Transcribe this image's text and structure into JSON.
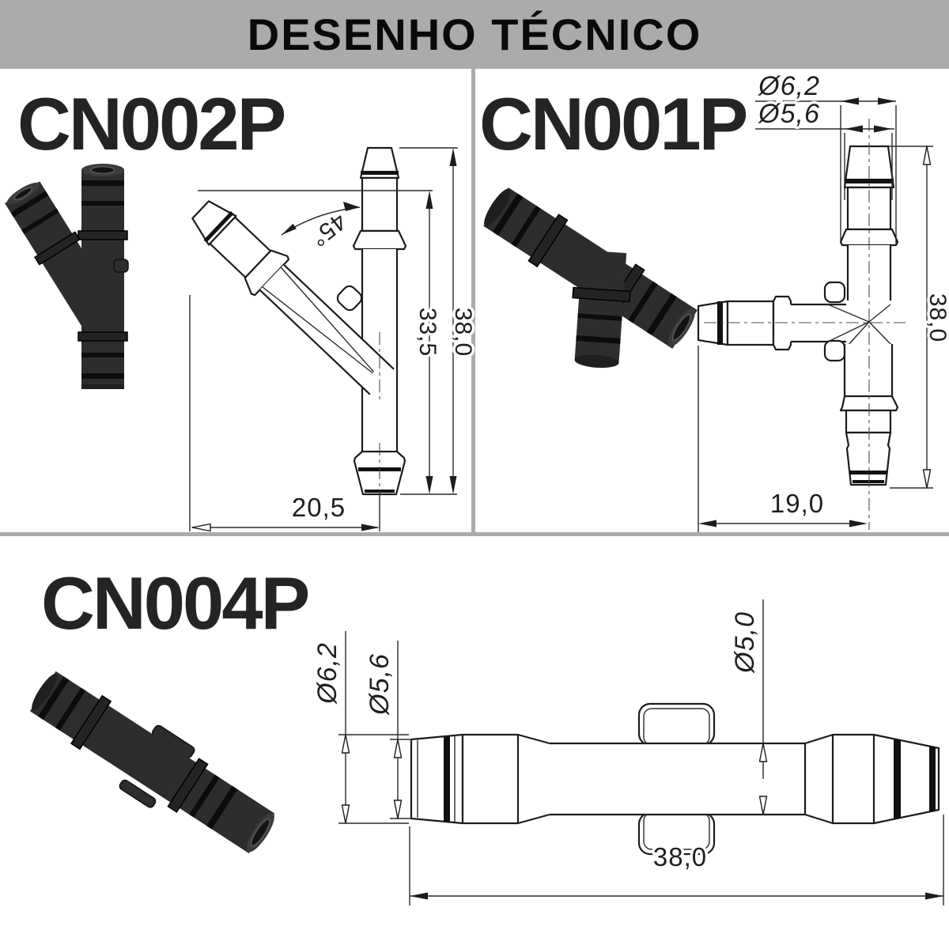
{
  "header": {
    "title": "DESENHO TÉCNICO"
  },
  "colors": {
    "header_bg": "#ABABAB",
    "divider": "#ABABAB",
    "ink": "#1C1C1C",
    "render_body": "#2D2D2D"
  },
  "cn002p": {
    "title": "CN002P",
    "dims": {
      "angle": "45°",
      "overall_height": "38,0",
      "branch_height": "33,5",
      "width": "20,5"
    }
  },
  "cn001p": {
    "title": "CN001P",
    "dims": {
      "outer_diameter": "Ø6,2",
      "inner_diameter": "Ø5,6",
      "height": "38,0",
      "width": "19,0"
    }
  },
  "cn004p": {
    "title": "CN004P",
    "dims": {
      "outer_diameter": "Ø6,2",
      "inner_diameter": "Ø5,6",
      "bore_diameter": "Ø5,0",
      "length": "38,0"
    }
  }
}
